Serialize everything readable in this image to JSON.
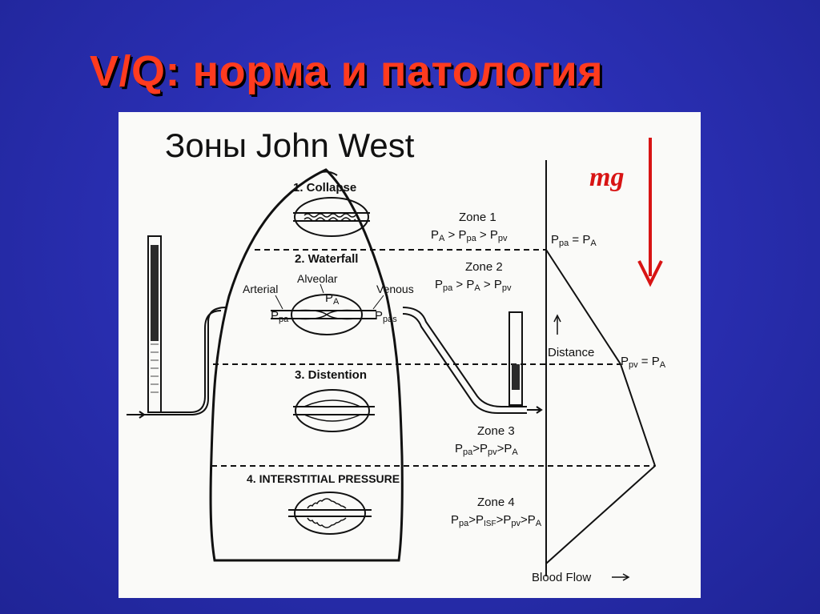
{
  "slide": {
    "title": "V/Q: норма и патология"
  },
  "figure": {
    "heading": "Зоны John West",
    "gravity_label": "mg",
    "zones": [
      {
        "name": "1. Collapse",
        "zone_label": "Zone 1",
        "relation": [
          "P",
          "A",
          " > P",
          "pa",
          " > P",
          "pv"
        ]
      },
      {
        "name": "2. Waterfall",
        "zone_label": "Zone 2",
        "relation": [
          "P",
          "pa",
          " > P",
          "A",
          " > P",
          "pv"
        ]
      },
      {
        "name": "3. Distention",
        "zone_label": "Zone 3",
        "relation": [
          "P",
          "pa",
          ">P",
          "pv",
          ">P",
          "A"
        ]
      },
      {
        "name": "4. INTERSTITIAL PRESSURE",
        "zone_label": "Zone 4",
        "relation": [
          "P",
          "pa",
          ">P",
          "ISF",
          ">P",
          "pv",
          ">P",
          "A"
        ]
      }
    ],
    "vessel_labels": {
      "arterial": "Arterial",
      "alveolar": "Alveolar",
      "venous": "Venous",
      "p_pa": [
        "P",
        "pa"
      ],
      "p_A": [
        "P",
        "A"
      ],
      "p_pas": [
        "P",
        "pas"
      ]
    },
    "graph": {
      "y_axis_label": "Distance",
      "x_axis_label": "Blood Flow",
      "mark_top": [
        "P",
        "pa",
        " = P",
        "A"
      ],
      "mark_mid": [
        "P",
        "pv",
        " = P",
        "A"
      ]
    }
  }
}
